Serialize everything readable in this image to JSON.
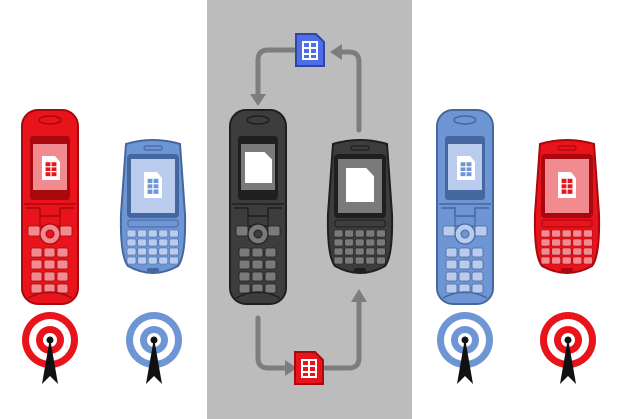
{
  "colors": {
    "red": "#e8131b",
    "red_dark": "#a8080e",
    "red_light": "#f28b8f",
    "blue": "#6f96d4",
    "blue_dark": "#45679f",
    "blue_light": "#b9ccee",
    "gray": "#3d3d3d",
    "gray_dark": "#1f1f1f",
    "gray_light": "#7a7a7a",
    "sim_blue": "#4d6ee6",
    "sim_red": "#e8131b",
    "arrow": "#7d7d7d",
    "panel": "#bcbcbc"
  },
  "icons": {
    "sim_card": "sim-card-icon",
    "antenna": "antenna-tower-icon",
    "target": "signal-target-icon",
    "arrow": "arrow-icon"
  },
  "devices": [
    {
      "id": "left-flip-phone",
      "type": "flip",
      "color": "red",
      "sim": "filled"
    },
    {
      "id": "left-bar-phone",
      "type": "bar",
      "color": "blue",
      "sim": "filled"
    },
    {
      "id": "center-flip-phone",
      "type": "flip",
      "color": "gray",
      "sim": "blank"
    },
    {
      "id": "center-bar-phone",
      "type": "bar",
      "color": "gray",
      "sim": "blank"
    },
    {
      "id": "right-flip-phone",
      "type": "flip",
      "color": "blue",
      "sim": "filled"
    },
    {
      "id": "right-bar-phone",
      "type": "bar",
      "color": "red",
      "sim": "filled"
    }
  ],
  "towers": [
    {
      "id": "left-red-tower",
      "color": "red"
    },
    {
      "id": "left-blue-tower",
      "color": "blue"
    },
    {
      "id": "right-blue-tower",
      "color": "blue"
    },
    {
      "id": "right-red-tower",
      "color": "red"
    }
  ]
}
